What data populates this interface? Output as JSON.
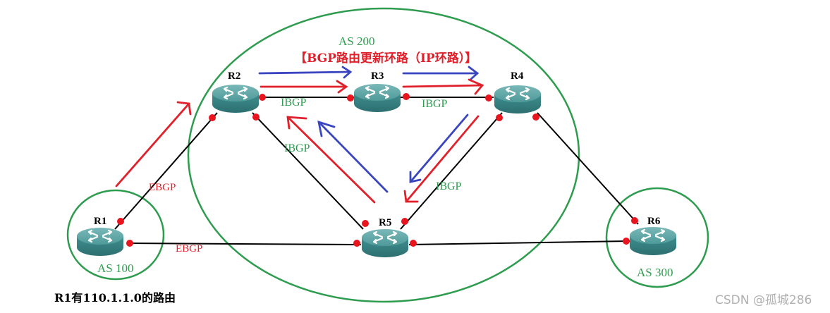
{
  "diagram": {
    "title": "【BGP路由更新环路（IP环路）】",
    "note": "R1有110.1.1.0的路由",
    "watermark": "CSDN @孤城286",
    "colors": {
      "as_circle": "#2e9c4e",
      "link": "#000000",
      "interface_dot": "#e8141e",
      "arrow_red": "#e0202a",
      "arrow_blue": "#3a46c0",
      "router_body": "#3f8f8f"
    },
    "autonomous_systems": [
      {
        "id": "as100",
        "label": "AS 100",
        "members": [
          "R1"
        ]
      },
      {
        "id": "as200",
        "label": "AS 200",
        "members": [
          "R2",
          "R3",
          "R4",
          "R5"
        ]
      },
      {
        "id": "as300",
        "label": "AS 300",
        "members": [
          "R6"
        ]
      }
    ],
    "routers": [
      {
        "id": "R1",
        "label": "R1",
        "icon": "router-icon"
      },
      {
        "id": "R2",
        "label": "R2",
        "icon": "router-icon"
      },
      {
        "id": "R3",
        "label": "R3",
        "icon": "router-icon"
      },
      {
        "id": "R4",
        "label": "R4",
        "icon": "router-icon"
      },
      {
        "id": "R5",
        "label": "R5",
        "icon": "router-icon"
      },
      {
        "id": "R6",
        "label": "R6",
        "icon": "router-icon"
      }
    ],
    "links": [
      {
        "from": "R1",
        "to": "R2",
        "label": "EBGP"
      },
      {
        "from": "R1",
        "to": "R5",
        "label": "EBGP"
      },
      {
        "from": "R2",
        "to": "R3",
        "label": "IBGP"
      },
      {
        "from": "R3",
        "to": "R4",
        "label": "IBGP"
      },
      {
        "from": "R2",
        "to": "R5",
        "label": "IBGP"
      },
      {
        "from": "R4",
        "to": "R5",
        "label": "IBGP"
      },
      {
        "from": "R4",
        "to": "R6",
        "label": ""
      },
      {
        "from": "R5",
        "to": "R6",
        "label": ""
      }
    ],
    "update_arrows": [
      {
        "color": "red",
        "from": "R1",
        "to": "R2"
      },
      {
        "color": "red",
        "from": "R2",
        "to": "R3"
      },
      {
        "color": "blue",
        "from": "R2",
        "to": "R3"
      },
      {
        "color": "red",
        "from": "R3",
        "to": "R4"
      },
      {
        "color": "blue",
        "from": "R3",
        "to": "R4"
      },
      {
        "color": "red",
        "from": "R4",
        "to": "R5"
      },
      {
        "color": "blue",
        "from": "R4",
        "to": "R5"
      },
      {
        "color": "red",
        "from": "R5",
        "to": "R2"
      },
      {
        "color": "blue",
        "from": "R5",
        "to": "R2"
      }
    ]
  }
}
